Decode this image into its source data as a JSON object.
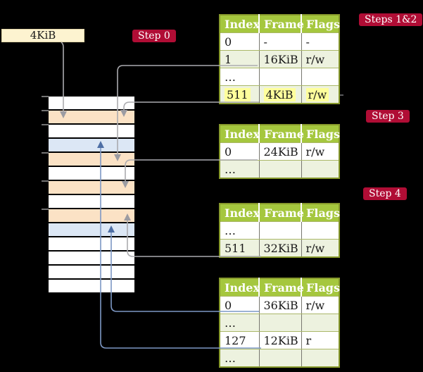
{
  "frame_label": {
    "text": "4KiB"
  },
  "badges": {
    "step0": "Step 0",
    "steps12": "Steps 1&2",
    "step3": "Step 3",
    "step4": "Step 4"
  },
  "tables": [
    {
      "headers": [
        "Index",
        "Frame",
        "Flags"
      ],
      "rows": [
        {
          "cells": [
            "0",
            "-",
            "-"
          ]
        },
        {
          "cells": [
            "1",
            "16KiB",
            "r/w"
          ]
        },
        {
          "cells": [
            "…",
            "",
            ""
          ]
        },
        {
          "cells": [
            "511",
            "4KiB",
            "r/w"
          ],
          "highlighted": true
        }
      ]
    },
    {
      "headers": [
        "Index",
        "Frame",
        "Flags"
      ],
      "rows": [
        {
          "cells": [
            "0",
            "24KiB",
            "r/w"
          ]
        },
        {
          "cells": [
            "…",
            "",
            ""
          ]
        }
      ]
    },
    {
      "headers": [
        "Index",
        "Frame",
        "Flags"
      ],
      "rows": [
        {
          "cells": [
            "…",
            "",
            ""
          ]
        },
        {
          "cells": [
            "511",
            "32KiB",
            "r/w"
          ]
        }
      ]
    },
    {
      "headers": [
        "Index",
        "Frame",
        "Flags"
      ],
      "rows": [
        {
          "cells": [
            "0",
            "36KiB",
            "r/w"
          ]
        },
        {
          "cells": [
            "…",
            "",
            ""
          ]
        },
        {
          "cells": [
            "127",
            "12KiB",
            "r"
          ]
        },
        {
          "cells": [
            "…",
            "",
            ""
          ]
        }
      ]
    }
  ],
  "memory": {
    "rows": [
      "white",
      "orange",
      "white",
      "blue",
      "orange",
      "white",
      "orange",
      "white",
      "orange",
      "blue",
      "white",
      "white",
      "white",
      "white"
    ]
  },
  "colors": {
    "background": "#000000",
    "table_header_green": "#a5c73e",
    "table_row_green": "#edf2df",
    "table_border_olive": "#87992c",
    "highlight_yellow": "#ffff9c",
    "badge_crimson": "#b00d35",
    "frame_label_cream": "#fdf3d0",
    "memory_row_orange": "#fbe2c5",
    "memory_row_blue": "#dce7f5",
    "arrow_gray": "#ababaf",
    "arrow_blue": "#7d98c5"
  }
}
